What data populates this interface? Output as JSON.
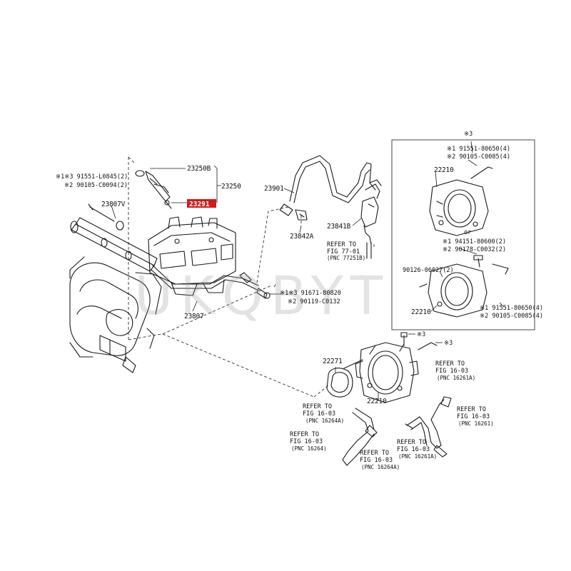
{
  "watermark": "UKQBYT",
  "parts": {
    "p23250B": "23250B",
    "p23250": "23250",
    "p23291": "23291",
    "p23807V": "23807V",
    "p23807": "23807",
    "p23901": "23901",
    "p23842A": "23842A",
    "p23841B": "23841B",
    "p22210a": "22210",
    "p22210b": "22210",
    "p22210c": "22210",
    "p22271": "22271"
  },
  "notes": {
    "left1": "※1※3 91551-L0845(2)",
    "left2": "※2 90105-C0094(2)",
    "mid1": "※1※3 91671-80820",
    "mid2": "※2 90119-C0132",
    "box_top": "※3",
    "box_a1": "※1 91551-80650(4)",
    "box_a2": "※2 90105-C0085(4)",
    "box_or": "or",
    "box_b1": "※1 94151-80600(2)",
    "box_b2": "※2 90178-C0032(2)",
    "box_c": "90126-06027(2)",
    "box_d1": "※1 91551-80650(4)",
    "box_d2": "※2 90105-C0085(4)",
    "star3a": "※3",
    "star3b": "※3"
  },
  "refs": {
    "r1_l1": "REFER TO",
    "r1_l2": "FIG 77-01",
    "r1_l3": "(PNC 77251B)",
    "r2_l1": "REFER TO",
    "r2_l2": "FIG 16-03",
    "r2_l3": "(PNC 16264A)",
    "r3_l1": "REFER TO",
    "r3_l2": "FIG 16-03",
    "r3_l3": "(PNC 16264)",
    "r4_l1": "REFER TO",
    "r4_l2": "FIG 16-03",
    "r4_l3": "(PNC 16264A)",
    "r5_l1": "REFER TO",
    "r5_l2": "FIG 16-03",
    "r5_l3": "(PNC 16261A)",
    "r6_l1": "REFER TO",
    "r6_l2": "FIG 16-03",
    "r6_l3": "(PNC 16261A)",
    "r7_l1": "REFER TO",
    "r7_l2": "FIG 16-03",
    "r7_l3": "(PNC 16261)"
  },
  "colors": {
    "highlight": "#d11a1a",
    "ink": "#1a1a1a",
    "watermark": "#9a9a9a"
  }
}
